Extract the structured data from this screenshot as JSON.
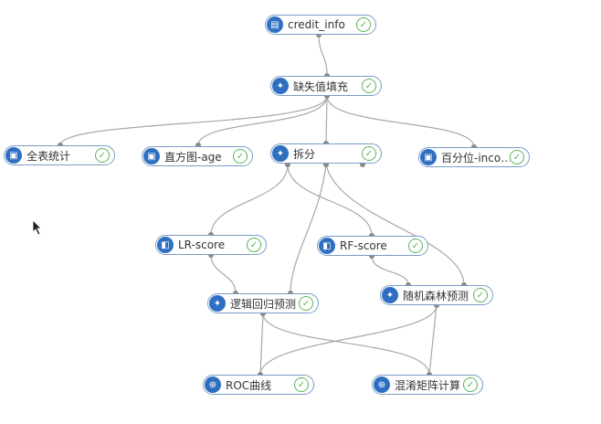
{
  "nodes": {
    "credit_info": {
      "label": "credit_info",
      "icon": "database-icon"
    },
    "fill_missing": {
      "label": "缺失值填充",
      "icon": "component-icon"
    },
    "full_stats": {
      "label": "全表统计",
      "icon": "report-icon"
    },
    "histogram": {
      "label": "直方图-age",
      "icon": "report-icon"
    },
    "split": {
      "label": "拆分",
      "icon": "component-icon"
    },
    "percentile": {
      "label": "百分位-inco…",
      "icon": "report-icon"
    },
    "lr_score": {
      "label": "LR-score",
      "icon": "model-icon"
    },
    "rf_score": {
      "label": "RF-score",
      "icon": "model-icon"
    },
    "lr_predict": {
      "label": "逻辑回归预测",
      "icon": "component-icon"
    },
    "rf_predict": {
      "label": "随机森林预测",
      "icon": "component-icon"
    },
    "roc": {
      "label": "ROC曲线",
      "icon": "globe-icon"
    },
    "confusion": {
      "label": "混淆矩阵计算",
      "icon": "globe-icon"
    }
  },
  "status": "success",
  "colors": {
    "node_icon": "#2f6fc2",
    "border": "#7a9cc6",
    "success": "#59b359",
    "edge": "#a0a0a0"
  }
}
